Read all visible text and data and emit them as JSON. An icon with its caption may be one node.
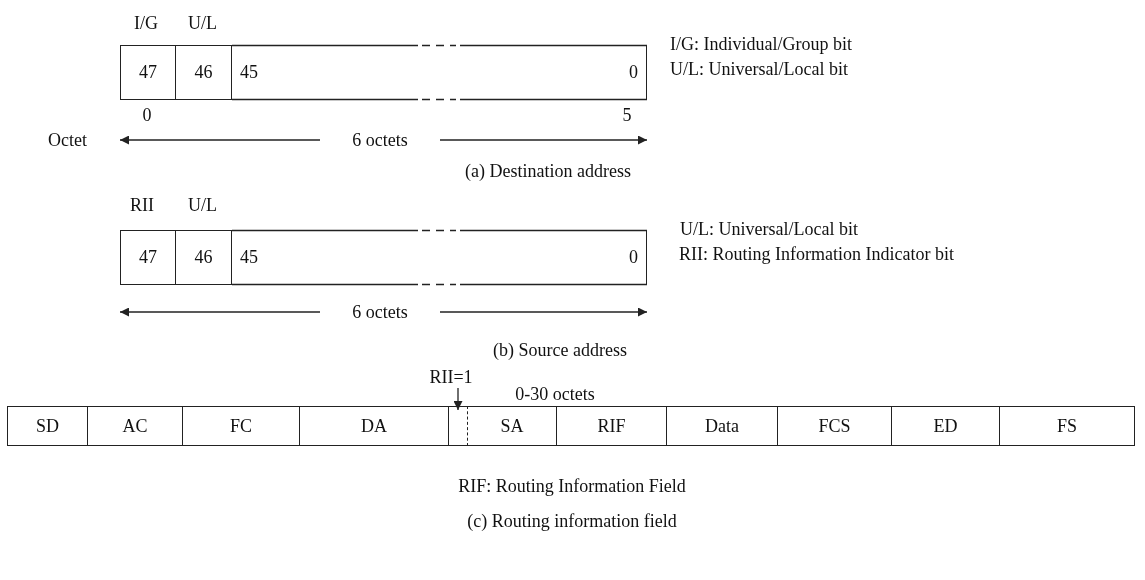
{
  "diagram": {
    "nodes": [
      {
        "text": [
          "47"
        ]
      },
      {
        "text": [
          "46"
        ]
      },
      {
        "text": [
          "45",
          "0"
        ]
      },
      {
        "text": [
          "47"
        ]
      },
      {
        "text": [
          "46"
        ]
      },
      {
        "text": [
          "45",
          "0"
        ]
      },
      {
        "text": [
          "RII=1"
        ]
      },
      {
        "text": [
          "SD"
        ]
      },
      {
        "text": [
          "AC"
        ]
      },
      {
        "text": [
          "FC"
        ]
      },
      {
        "text": [
          "DA"
        ]
      },
      {
        "text": [],
        "shape": "box"
      },
      {
        "text": [
          "SA"
        ]
      },
      {
        "text": [
          "RIF"
        ]
      },
      {
        "text": [
          "Data"
        ]
      },
      {
        "text": [
          "FCS"
        ]
      },
      {
        "text": [
          "ED"
        ]
      },
      {
        "text": [
          "FS"
        ]
      }
    ],
    "edges": [
      {
        "from": 6,
        "to": 11,
        "arrow": "to"
      }
    ],
    "labels": [
      "I/G",
      "U/L",
      "I/G: Individual/Group bit",
      "U/L: Universal/Local bit",
      "0",
      "5",
      "Octet",
      "6 octets",
      "(a) Destination address",
      "RII",
      "U/L",
      "U/L: Universal/Local bit",
      "RII: Routing Information Indicator bit",
      "6 octets",
      "(b) Source address",
      "0-30 octets",
      "RIF: Routing Information Field",
      "(c) Routing information field"
    ]
  }
}
